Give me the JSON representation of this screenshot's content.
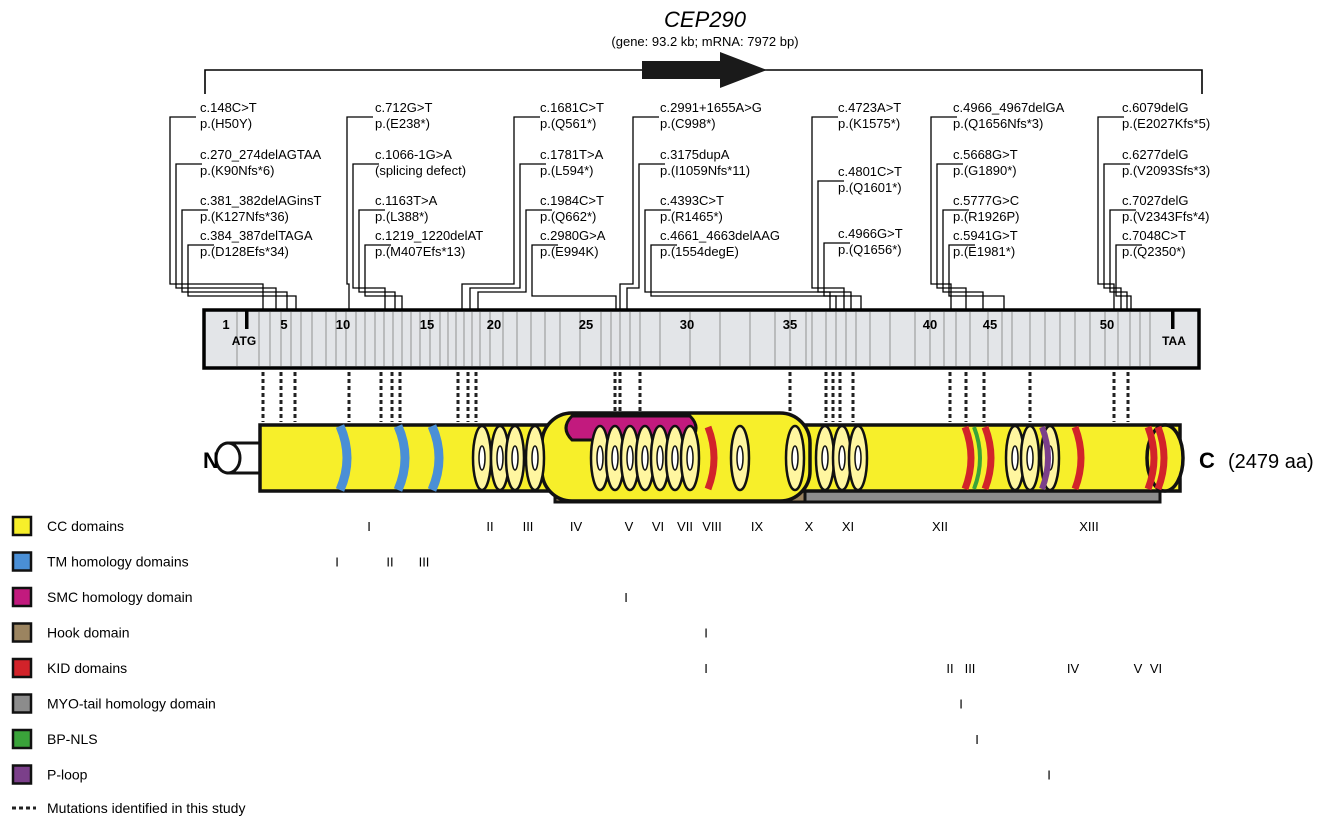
{
  "gene": {
    "name": "CEP290",
    "info": "(gene: 93.2 kb; mRNA: 7972 bp)"
  },
  "mutation_groups": [
    [
      "c.148C>T",
      "p.(H50Y)",
      "c.270_274delAGTAA",
      "p.(K90Nfs*6)",
      "c.381_382delAGinsT",
      "p.(K127Nfs*36)",
      "c.384_387delTAGA",
      "p.(D128Efs*34)"
    ],
    [
      "c.712G>T",
      "p.(E238*)",
      "c.1066-1G>A",
      "(splicing defect)",
      "c.1163T>A",
      "p.(L388*)",
      "c.1219_1220delAT",
      "p.(M407Efs*13)"
    ],
    [
      "c.1681C>T",
      "p.(Q561*)",
      "c.1781T>A",
      "p.(L594*)",
      "c.1984C>T",
      "p.(Q662*)",
      "c.2980G>A",
      "p.(E994K)"
    ],
    [
      "c.2991+1655A>G",
      "p.(C998*)",
      "c.3175dupA",
      "p.(I1059Nfs*11)",
      "c.4393C>T",
      "p.(R1465*)",
      "c.4661_4663delAAG",
      "p.(1554degE)"
    ],
    [
      "c.4723A>T",
      "p.(K1575*)",
      "c.4801C>T",
      "p.(Q1601*)",
      "c.4966G>T",
      "p.(Q1656*)"
    ],
    [
      "c.4966_4967delGA",
      "p.(Q1656Nfs*3)",
      "c.5668G>T",
      "p.(G1890*)",
      "c.5777G>C",
      "p.(R1926P)",
      "c.5941G>T",
      "p.(E1981*)"
    ],
    [
      "c.6079delG",
      "p.(E2027Kfs*5)",
      "c.6277delG",
      "p.(V2093Sfs*3)",
      "c.7027delG",
      "p.(V2343Ffs*4)",
      "c.7048C>T",
      "p.(Q2350*)"
    ]
  ],
  "exon_numbers": [
    "1",
    "5",
    "10",
    "15",
    "20",
    "25",
    "30",
    "35",
    "40",
    "45",
    "50"
  ],
  "start_codon": "ATG",
  "stop_codon": "TAA",
  "protein": {
    "n_label": "N",
    "c_label": "C",
    "length": "(2479 aa)"
  },
  "colors": {
    "cc": "#f7ef2a",
    "tm": "#4a8fd6",
    "smc": "#c21a7e",
    "hook": "#9b8460",
    "kid": "#d2232a",
    "myo": "#8c8c8c",
    "bpnls": "#3aa33a",
    "ploop": "#7b3f8a",
    "exon_fill": "#e3e5e8"
  },
  "legend": [
    {
      "key": "cc",
      "label": "CC domains",
      "numerals": [
        "I",
        "II",
        "III",
        "IV",
        "V",
        "VI",
        "VII",
        "VIII",
        "IX",
        "X",
        "XI",
        "XII",
        "XIII"
      ]
    },
    {
      "key": "tm",
      "label": "TM homology domains",
      "numerals": [
        "I",
        "II",
        "III"
      ]
    },
    {
      "key": "smc",
      "label": "SMC homology domain",
      "numerals": [
        "I"
      ]
    },
    {
      "key": "hook",
      "label": "Hook domain",
      "numerals": [
        "I"
      ]
    },
    {
      "key": "kid",
      "label": "KID domains",
      "numerals": [
        "I",
        "II",
        "III",
        "IV",
        "V",
        "VI"
      ]
    },
    {
      "key": "myo",
      "label": "MYO-tail homology domain",
      "numerals": [
        "I"
      ]
    },
    {
      "key": "bpnls",
      "label": "BP-NLS",
      "numerals": [
        "I"
      ]
    },
    {
      "key": "ploop",
      "label": "P-loop",
      "numerals": [
        "I"
      ]
    }
  ],
  "legend_mutations": "Mutations identified in this study"
}
